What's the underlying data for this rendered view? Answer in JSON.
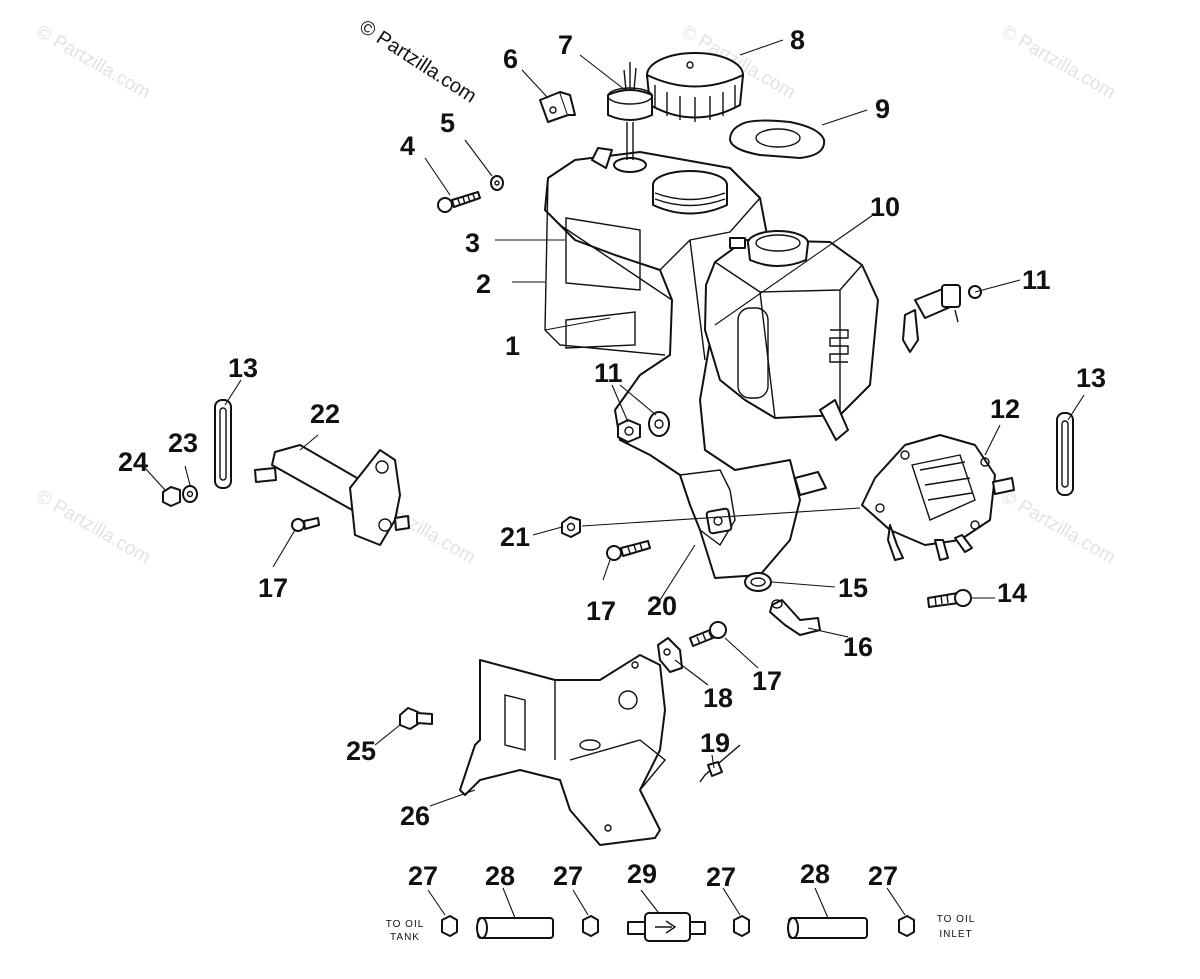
{
  "copyright": "© Partzilla.com",
  "watermark": "© Partzilla.com",
  "labels": {
    "oil_tank": [
      "TO OIL",
      "TANK"
    ],
    "oil_inlet": [
      "TO OIL",
      "INLET"
    ]
  },
  "callouts": {
    "c1": "1",
    "c2": "2",
    "c3": "3",
    "c4": "4",
    "c5": "5",
    "c6": "6",
    "c7": "7",
    "c8": "8",
    "c9": "9",
    "c10": "10",
    "c11a": "11",
    "c11b": "11",
    "c12": "12",
    "c13a": "13",
    "c13b": "13",
    "c14": "14",
    "c15": "15",
    "c16": "16",
    "c17a": "17",
    "c17b": "17",
    "c17c": "17",
    "c18": "18",
    "c19": "19",
    "c20": "20",
    "c21": "21",
    "c22": "22",
    "c23": "23",
    "c24": "24",
    "c25": "25",
    "c26": "26",
    "c27a": "27",
    "c27b": "27",
    "c27c": "27",
    "c27d": "27",
    "c28a": "28",
    "c28b": "28",
    "c29": "29"
  }
}
